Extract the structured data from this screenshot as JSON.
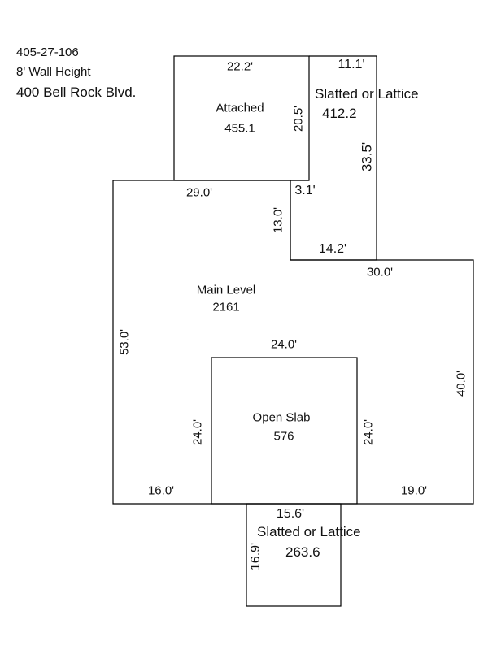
{
  "header": {
    "parcel_id": "405-27-106",
    "wall_height": "8' Wall Height",
    "address": "400 Bell Rock Blvd."
  },
  "areas": {
    "attached": {
      "label": "Attached",
      "value": "455.1"
    },
    "slatted_top": {
      "label": "Slatted or Lattice",
      "value": "412.2"
    },
    "main_level": {
      "label": "Main Level",
      "value": "2161"
    },
    "open_slab": {
      "label": "Open Slab",
      "value": "576"
    },
    "slatted_bottom": {
      "label": "Slatted or Lattice",
      "value": "263.6"
    }
  },
  "dimensions": {
    "attached_top": "22.2'",
    "attached_right": "20.5'",
    "slatted_top_top": "11.1'",
    "slatted_top_right": "33.5'",
    "main_top_left": "29.0'",
    "notch_top": "3.1'",
    "notch_side": "13.0'",
    "notch_bottom": "14.2'",
    "main_top_right": "30.0'",
    "main_left": "53.0'",
    "main_right": "40.0'",
    "slab_top": "24.0'",
    "slab_left": "24.0'",
    "slab_right": "24.0'",
    "main_bottom_left": "16.0'",
    "main_bottom_right": "19.0'",
    "slatted_bottom_top": "15.6'",
    "slatted_bottom_left": "16.9'"
  },
  "colors": {
    "line": "#000000",
    "text": "#111111",
    "background": "#ffffff"
  }
}
